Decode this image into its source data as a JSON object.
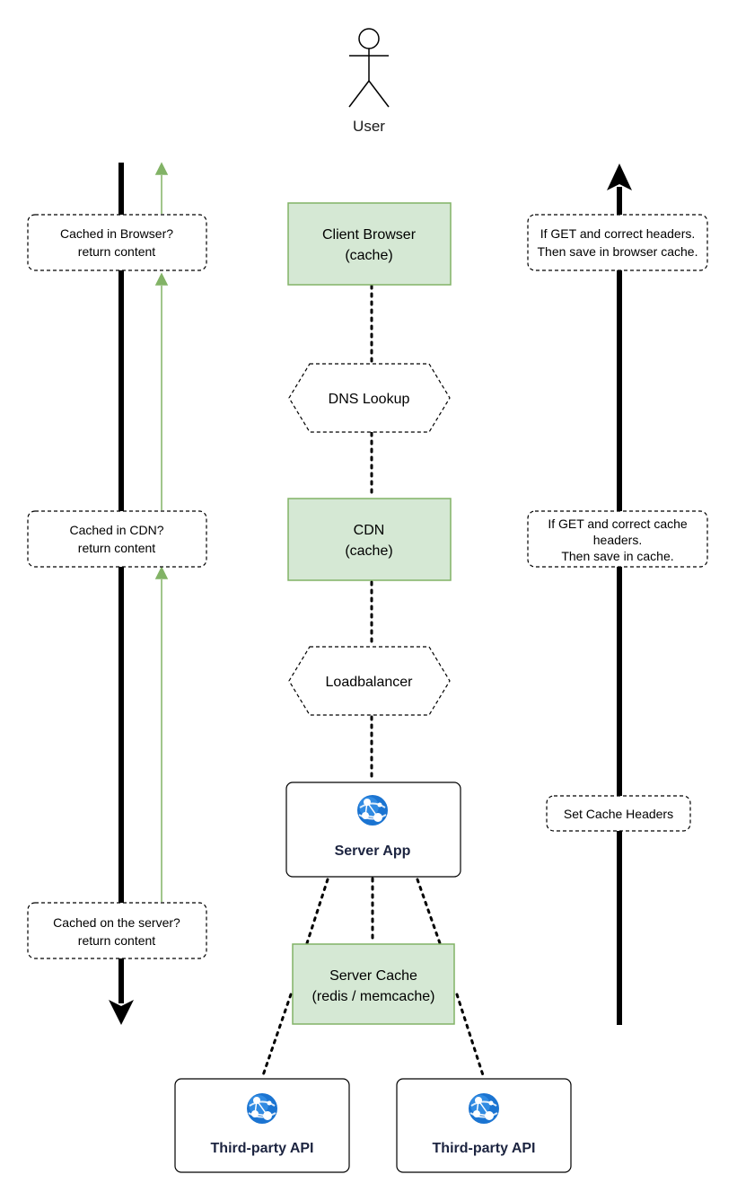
{
  "actor": {
    "label": "User"
  },
  "flow": {
    "request_notes": [
      {
        "line1": "Cached in Browser?",
        "line2": "return content"
      },
      {
        "line1": "Cached in CDN?",
        "line2": "return content"
      },
      {
        "line1": "Cached on the server?",
        "line2": "return content"
      }
    ],
    "response_notes": [
      {
        "line1": "If GET and correct headers.",
        "line2": "Then save in browser cache."
      },
      {
        "line1": "If GET and correct cache",
        "line2": "headers.",
        "line3": "Then save in cache."
      },
      {
        "line1": "Set Cache Headers"
      }
    ]
  },
  "nodes": {
    "client_browser": {
      "line1": "Client Browser",
      "line2": "(cache)"
    },
    "dns_lookup": {
      "label": "DNS Lookup"
    },
    "cdn": {
      "line1": "CDN",
      "line2": "(cache)"
    },
    "loadbalancer": {
      "label": "Loadbalancer"
    },
    "server_app": {
      "label": "Server App",
      "icon": "web-app-icon"
    },
    "server_cache": {
      "line1": "Server Cache",
      "line2": "(redis / memcache)"
    },
    "third_party_api_1": {
      "label": "Third-party API",
      "icon": "web-app-icon"
    },
    "third_party_api_2": {
      "label": "Third-party API",
      "icon": "web-app-icon"
    }
  },
  "colors": {
    "cache_fill": "#d5e8d4",
    "cache_stroke": "#82b366",
    "return_arrow": "#82b366",
    "main_arrow": "#000000",
    "icon_blue": "#1b74d1"
  }
}
